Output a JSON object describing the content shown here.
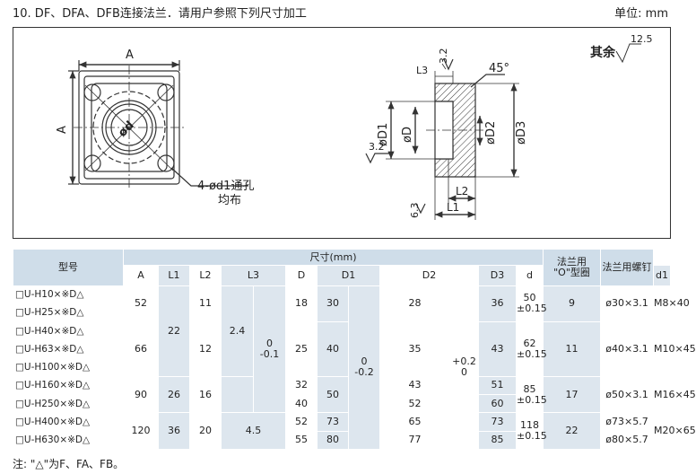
{
  "header": {
    "title": "10. DF、DFA、DFB连接法兰．请用户参照下列尺寸加工",
    "unit": "单位: mm"
  },
  "drawing": {
    "label_A_top": "A",
    "label_A_left": "A",
    "label_od": "ød",
    "callout_holes": "4-ød1通孔",
    "callout_even": "均布",
    "rough_label": "其余",
    "rough_value": "12.5",
    "label_32_top": "3.2",
    "label_L3": "L3",
    "label_45": "45°",
    "label_D1": "øD1",
    "label_D": "øD",
    "label_D2": "øD2",
    "label_D3": "øD3",
    "label_32_left": "3.2",
    "label_L2": "L2",
    "label_63": "6.3",
    "label_L1": "L1"
  },
  "table": {
    "col_model": "型号",
    "col_size": "尺寸(mm)",
    "col_o_ring_1": "法兰用",
    "col_o_ring_2": "\"O\"型圈",
    "col_bolt": "法兰用螺钉",
    "sub": {
      "A": "A",
      "L1": "L1",
      "L2": "L2",
      "L3": "L3",
      "D": "D",
      "D1": "D1",
      "D2": "D2",
      "D3": "D3",
      "d": "d",
      "d1": "d1"
    },
    "tol": {
      "L3_a": "0",
      "L3_b": "-0.1",
      "D1_a": "0",
      "D1_b": "-0.2",
      "D2_a": "+0.2",
      "D2_b": "0"
    },
    "models": [
      "□U-H10×※D△",
      "□U-H25×※D△",
      "□U-H40×※D△",
      "□U-H63×※D△",
      "□U-H100×※D△",
      "□U-H160×※D△",
      "□U-H250×※D△",
      "□U-H400×※D△",
      "□U-H630×※D△"
    ],
    "A": [
      "52",
      "66",
      "90",
      "120"
    ],
    "L1": [
      "22",
      "26",
      "36"
    ],
    "L2": [
      "11",
      "12",
      "16",
      "20"
    ],
    "L3": [
      "2.4",
      "4.5"
    ],
    "D": [
      "18",
      "25",
      "32",
      "40",
      "52",
      "55"
    ],
    "D1": [
      "30",
      "40",
      "50",
      "73",
      "80"
    ],
    "D2": [
      "28",
      "35",
      "43",
      "52",
      "65",
      "77"
    ],
    "D3": [
      "36",
      "43",
      "51",
      "60",
      "73",
      "85"
    ],
    "d": [
      [
        "50",
        "±0.15"
      ],
      [
        "62",
        "±0.15"
      ],
      [
        "85",
        "±0.15"
      ],
      [
        "118",
        "±0.15"
      ]
    ],
    "d1": [
      "9",
      "11",
      "17",
      "22"
    ],
    "oring": [
      "ø30×3.1",
      "ø40×3.1",
      "ø50×3.1",
      "ø73×5.7",
      "ø80×5.7"
    ],
    "bolt": [
      "M8×40",
      "M10×45",
      "M16×45",
      "M20×65"
    ]
  },
  "note": "注: \"△\"为F、FA、FB。"
}
